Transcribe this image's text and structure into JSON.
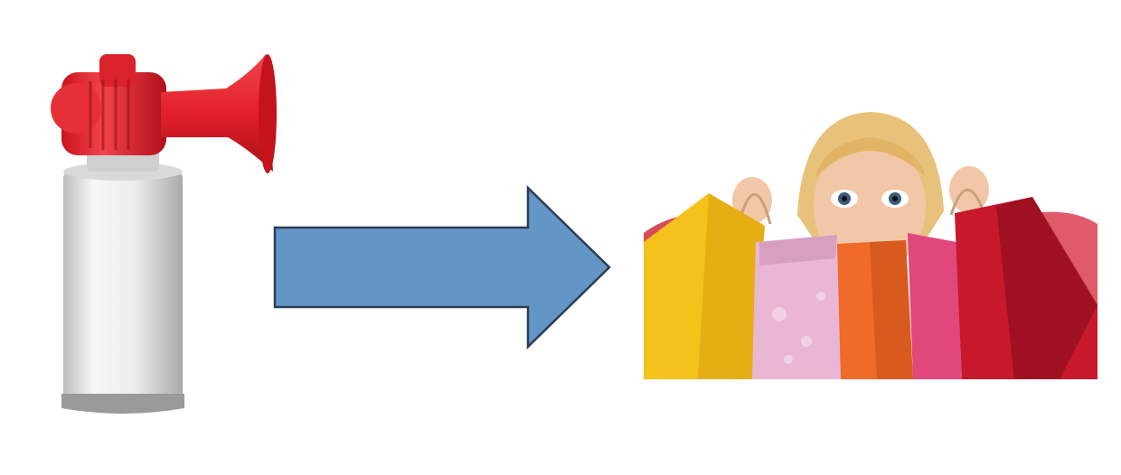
{
  "scene": {
    "left_image": {
      "icon": "air-horn-icon",
      "description_kind": "illustration"
    },
    "arrow": {
      "icon": "right-arrow-icon",
      "fill_color": "#6396c6",
      "stroke_color": "#2b3e56"
    },
    "right_image": {
      "icon": "shopping-bags-photo",
      "description_kind": "photo"
    }
  },
  "colors": {
    "horn_red": "#e3202a",
    "horn_red_dark": "#b5121b",
    "can_white": "#ededed",
    "can_shadow": "#c9c9c9",
    "arrow_blue": "#6396c6",
    "bag_yellow": "#f4c21b",
    "bag_orange": "#f06a2a",
    "bag_pink": "#e9b7d3",
    "bag_red": "#c7182c",
    "bag_magenta": "#e0477a",
    "skin": "#f2c7a8",
    "hair": "#e8c27a"
  }
}
